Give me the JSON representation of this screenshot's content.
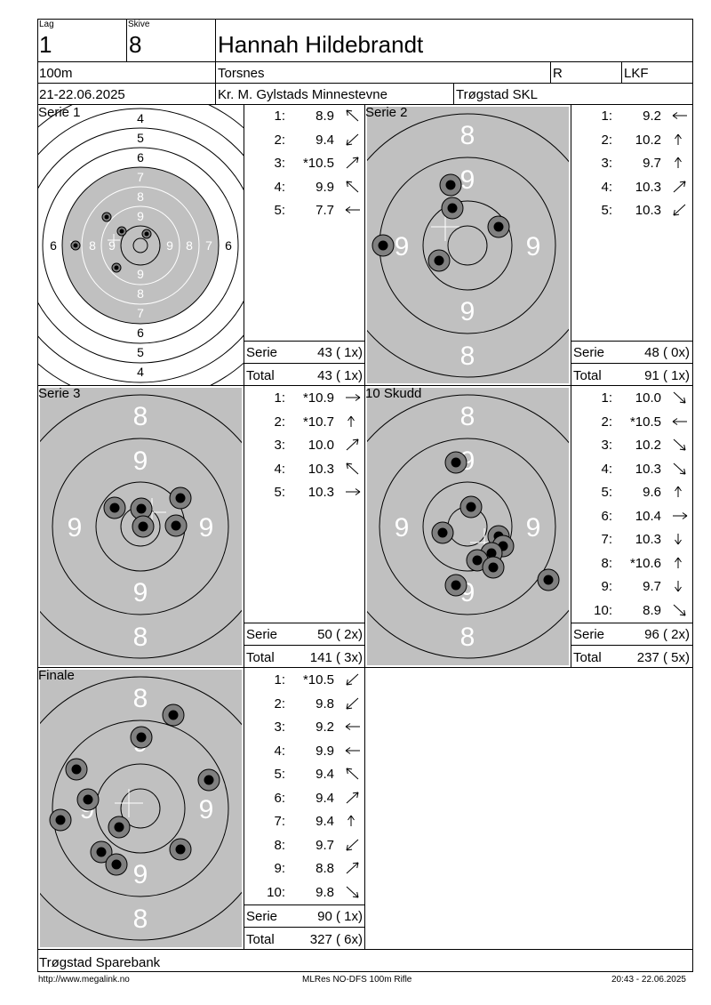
{
  "header": {
    "lag_label": "Lag",
    "lag_value": "1",
    "skive_label": "Skive",
    "skive_value": "8",
    "name": "Hannah Hildebrandt",
    "distance": "100m",
    "location": "Torsnes",
    "class": "R",
    "club_short": "LKF",
    "date": "21-22.06.2025",
    "event": "Kr. M. Gylstads Minnestevne",
    "club": "Trøgstad SKL"
  },
  "panels": {
    "serie1": {
      "title": "Serie 1",
      "shots": [
        {
          "n": "1:",
          "v": "8.9",
          "dir": "nw"
        },
        {
          "n": "2:",
          "v": "9.4",
          "dir": "sw"
        },
        {
          "n": "3:",
          "v": "*10.5",
          "dir": "ne"
        },
        {
          "n": "4:",
          "v": "9.9",
          "dir": "nw"
        },
        {
          "n": "5:",
          "v": "7.7",
          "dir": "w"
        }
      ],
      "serie_label": "Serie",
      "serie_value": "43 ( 1x)",
      "total_label": "Total",
      "total_value": "43 ( 1x)"
    },
    "serie2": {
      "title": "Serie 2",
      "shots": [
        {
          "n": "1:",
          "v": "9.2",
          "dir": "w"
        },
        {
          "n": "2:",
          "v": "10.2",
          "dir": "n"
        },
        {
          "n": "3:",
          "v": "9.7",
          "dir": "n"
        },
        {
          "n": "4:",
          "v": "10.3",
          "dir": "ne"
        },
        {
          "n": "5:",
          "v": "10.3",
          "dir": "sw"
        }
      ],
      "serie_label": "Serie",
      "serie_value": "48 ( 0x)",
      "total_label": "Total",
      "total_value": "91 ( 1x)"
    },
    "serie3": {
      "title": "Serie 3",
      "shots": [
        {
          "n": "1:",
          "v": "*10.9",
          "dir": "e"
        },
        {
          "n": "2:",
          "v": "*10.7",
          "dir": "n"
        },
        {
          "n": "3:",
          "v": "10.0",
          "dir": "ne"
        },
        {
          "n": "4:",
          "v": "10.3",
          "dir": "nw"
        },
        {
          "n": "5:",
          "v": "10.3",
          "dir": "e"
        }
      ],
      "serie_label": "Serie",
      "serie_value": "50 ( 2x)",
      "total_label": "Total",
      "total_value": "141 ( 3x)"
    },
    "skudd10": {
      "title": "10 Skudd",
      "shots": [
        {
          "n": "1:",
          "v": "10.0",
          "dir": "se"
        },
        {
          "n": "2:",
          "v": "*10.5",
          "dir": "w"
        },
        {
          "n": "3:",
          "v": "10.2",
          "dir": "se"
        },
        {
          "n": "4:",
          "v": "10.3",
          "dir": "se"
        },
        {
          "n": "5:",
          "v": "9.6",
          "dir": "n"
        },
        {
          "n": "6:",
          "v": "10.4",
          "dir": "e"
        },
        {
          "n": "7:",
          "v": "10.3",
          "dir": "s"
        },
        {
          "n": "8:",
          "v": "*10.6",
          "dir": "n"
        },
        {
          "n": "9:",
          "v": "9.7",
          "dir": "s"
        },
        {
          "n": "10:",
          "v": "8.9",
          "dir": "se"
        }
      ],
      "serie_label": "Serie",
      "serie_value": "96 ( 2x)",
      "total_label": "Total",
      "total_value": "237 ( 5x)"
    },
    "finale": {
      "title": "Finale",
      "shots": [
        {
          "n": "1:",
          "v": "*10.5",
          "dir": "sw"
        },
        {
          "n": "2:",
          "v": "9.8",
          "dir": "sw"
        },
        {
          "n": "3:",
          "v": "9.2",
          "dir": "w"
        },
        {
          "n": "4:",
          "v": "9.9",
          "dir": "w"
        },
        {
          "n": "5:",
          "v": "9.4",
          "dir": "nw"
        },
        {
          "n": "6:",
          "v": "9.4",
          "dir": "ne"
        },
        {
          "n": "7:",
          "v": "9.4",
          "dir": "n"
        },
        {
          "n": "8:",
          "v": "9.7",
          "dir": "sw"
        },
        {
          "n": "9:",
          "v": "8.8",
          "dir": "ne"
        },
        {
          "n": "10:",
          "v": "9.8",
          "dir": "se"
        }
      ],
      "serie_label": "Serie",
      "serie_value": "90 ( 1x)",
      "total_label": "Total",
      "total_value": "327 ( 6x)"
    }
  },
  "target_labels": {
    "full_rings": [
      "4",
      "5",
      "6",
      "7",
      "8",
      "9"
    ],
    "zoom_rings": [
      "8",
      "9"
    ]
  },
  "footer": {
    "sponsor": "Trøgstad Sparebank",
    "url": "http://www.megalink.no",
    "software": "MLRes NO-DFS 100m Rifle",
    "timestamp": "20:43 - 22.06.2025"
  },
  "colors": {
    "target_gray": "#c0c0c0",
    "hit_ring": "#808080",
    "hit_center": "#000000",
    "line": "#000000"
  }
}
